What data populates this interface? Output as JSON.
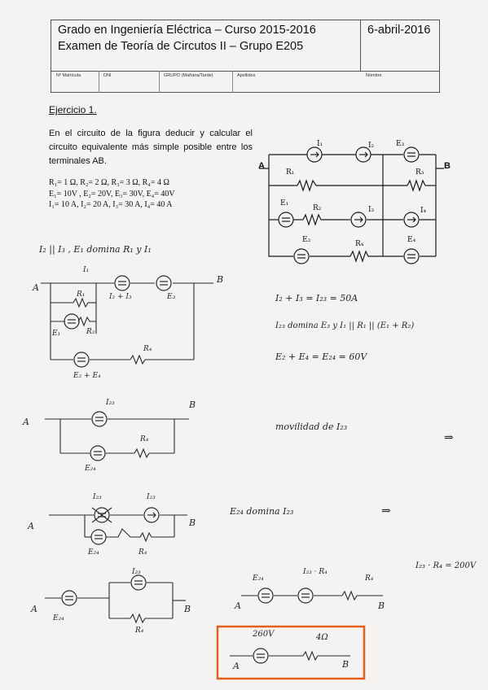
{
  "header": {
    "line1": "Grado en Ingeniería Eléctrica – Curso 2015-2016",
    "line2": "Examen de Teoría de Circutos II – Grupo E205",
    "date": "6-abril-2016",
    "fields": [
      "Nº Matrícula",
      "DNI",
      "GRUPO (Mañana/Tarde)",
      "Apellidos",
      "Nombre"
    ]
  },
  "exercise": {
    "title": "Ejercicio 1.",
    "statement": "En el circuito de la figura deducir y calcular el circuito equivalente más simple posible entre los terminales AB.",
    "values_line1": "R₁= 1 Ω, R₂= 2 Ω, R₃= 3 Ω, R₄= 4 Ω",
    "values_line2": "E₁= 10V , E₂= 20V, E₃= 30V, E₄= 40V",
    "values_line3": "I₁= 10 A, I₂= 20 A, I₃= 30 A, I₄= 40 A"
  },
  "figure": {
    "A": "A",
    "B": "B",
    "I1": "I₁",
    "I2": "I₂",
    "I3": "I₃",
    "I4": "I₄",
    "R1": "R₁",
    "R2": "R₂",
    "R3": "R₃",
    "R4": "R₄",
    "E1": "E₁",
    "E2": "E₂",
    "E3": "E₃",
    "E4": "E₄"
  },
  "handwriting": {
    "note1": "I₂ || I₃   ,  E₁ domina  R₁ y I₁",
    "eq1": "I₂ + I₃ = I₂₃ = 50A",
    "eq2": "I₂₃  domina  E₃  y  I₁ || R₁ || (E₁ + R₂)",
    "eq3": "E₂ + E₄ = E₂₄ = 60V",
    "note2": "movilidad de I₂₃",
    "note3": "E₂₄ domina I₂₃",
    "eq4": "I₂₃ · R₄ = 200V",
    "arrow": "⇒",
    "d1_I1": "I₁",
    "d1_R1": "R₁",
    "d1_I23": "I₂ + I₃",
    "d1_E3": "E₃",
    "d1_E1": "E₁",
    "d1_R2": "R₂",
    "d1_R4": "R₄",
    "d1_E24": "E₂ + E₄",
    "d2_I23": "I₂₃",
    "d2_R4": "R₄",
    "d2_E24": "E₂₄",
    "d3_I23a": "I₂₃",
    "d3_I23b": "I₂₃",
    "d3_E24": "E₂₄",
    "d3_R4": "R₄",
    "d4_E24": "E₂₄",
    "d4_I23": "I₂₃",
    "d4_R4": "R₄",
    "d5_E24": "E₂₄",
    "d5_I23R4": "I₂₃ · R₄",
    "d5_R4": "R₄",
    "final_V": "260V",
    "final_R": "4Ω",
    "A": "A",
    "B": "B"
  },
  "colors": {
    "ink": "#222222",
    "box": "#e0601c",
    "paper": "#f4f3f1"
  }
}
